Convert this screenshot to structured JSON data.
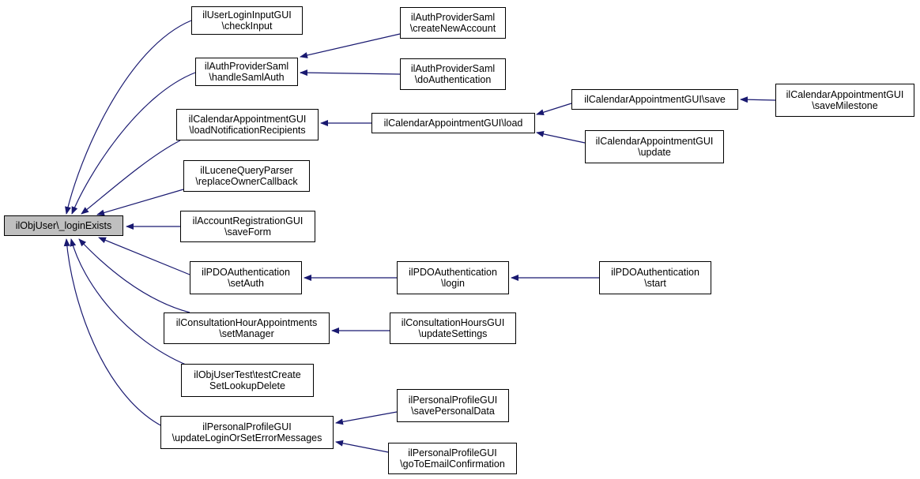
{
  "nodes": {
    "root": "ilObjUser\\_loginExists",
    "checkInput": "ilUserLoginInputGUI\n\\checkInput",
    "handleSamlAuth": "ilAuthProviderSaml\n\\handleSamlAuth",
    "createNewAccount": "ilAuthProviderSaml\n\\createNewAccount",
    "doAuthentication": "ilAuthProviderSaml\n\\doAuthentication",
    "loadNotificationRecipients": "ilCalendarAppointmentGUI\n\\loadNotificationRecipients",
    "calLoad": "ilCalendarAppointmentGUI\\load",
    "calSave": "ilCalendarAppointmentGUI\\save",
    "calSaveMilestone": "ilCalendarAppointmentGUI\n\\saveMilestone",
    "calUpdate": "ilCalendarAppointmentGUI\n\\update",
    "replaceOwnerCallback": "ilLuceneQueryParser\n\\replaceOwnerCallback",
    "saveForm": "ilAccountRegistrationGUI\n\\saveForm",
    "setAuth": "ilPDOAuthentication\n\\setAuth",
    "pdoLogin": "ilPDOAuthentication\n\\login",
    "pdoStart": "ilPDOAuthentication\n\\start",
    "setManager": "ilConsultationHourAppointments\n\\setManager",
    "updateSettings": "ilConsultationHoursGUI\n\\updateSettings",
    "testCreate": "ilObjUserTest\\testCreate\nSetLookupDelete",
    "updateLogin": "ilPersonalProfileGUI\n\\updateLoginOrSetErrorMessages",
    "savePersonalData": "ilPersonalProfileGUI\n\\savePersonalData",
    "goToEmailConfirmation": "ilPersonalProfileGUI\n\\goToEmailConfirmation"
  },
  "colors": {
    "edge": "#191970",
    "root_fill": "#bfbfbf",
    "node_fill": "#ffffff",
    "border": "#000000"
  }
}
